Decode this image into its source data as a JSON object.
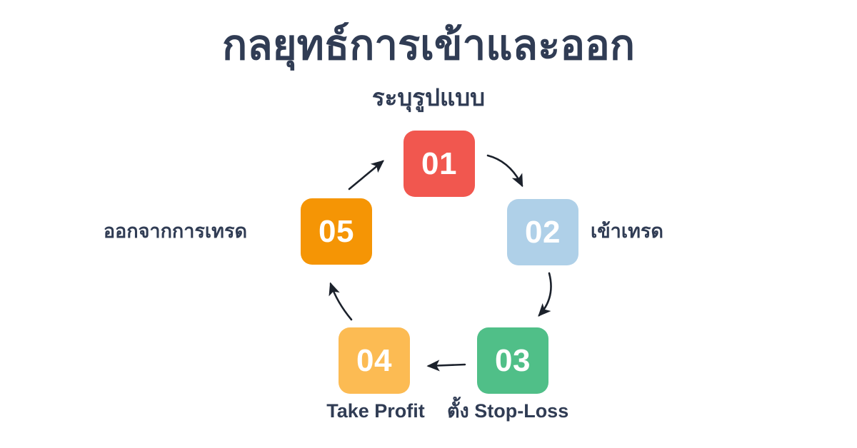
{
  "header": {
    "title": "กลยุทธ์การเข้าและออก",
    "subtitle": "ระบุรูปแบบ"
  },
  "colors": {
    "background": "#ffffff",
    "text_dark": "#303c54",
    "node_01": "#f1574f",
    "node_02": "#afd0e8",
    "node_03": "#50bf88",
    "node_04": "#fcbb53",
    "node_05": "#f59505",
    "arrow": "#1b212b",
    "number_text": "#ffffff"
  },
  "diagram": {
    "type": "cycle",
    "direction": "clockwise",
    "node_count": 5,
    "nodes": [
      {
        "id": "01",
        "number": "01",
        "label": "",
        "color": "#f1574f",
        "label_position": "none"
      },
      {
        "id": "02",
        "number": "02",
        "label": "เข้าเทรด",
        "color": "#afd0e8",
        "label_position": "right"
      },
      {
        "id": "03",
        "number": "03",
        "label": "ตั้ง Stop-Loss",
        "color": "#50bf88",
        "label_position": "below"
      },
      {
        "id": "04",
        "number": "04",
        "label": "Take Profit",
        "color": "#fcbb53",
        "label_position": "below"
      },
      {
        "id": "05",
        "number": "05",
        "label": "ออกจากการเทรด",
        "color": "#f59505",
        "label_position": "left"
      }
    ],
    "connections": [
      {
        "from": "01",
        "to": "02",
        "style": "curved-arrow"
      },
      {
        "from": "02",
        "to": "03",
        "style": "curved-arrow"
      },
      {
        "from": "03",
        "to": "04",
        "style": "straight-arrow"
      },
      {
        "from": "04",
        "to": "05",
        "style": "curved-arrow"
      },
      {
        "from": "05",
        "to": "01",
        "style": "straight-arrow"
      }
    ]
  }
}
